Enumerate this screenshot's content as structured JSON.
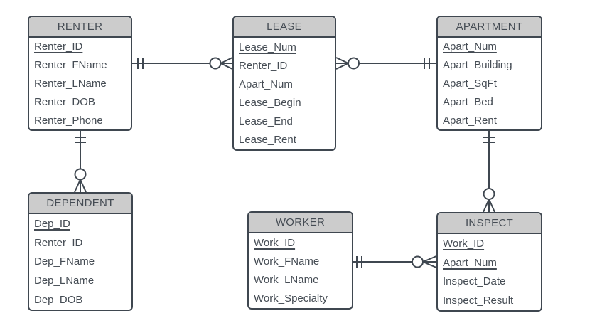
{
  "diagram": {
    "type": "entity-relationship-diagram",
    "notation": "crows-foot",
    "colors": {
      "background": "#ffffff",
      "stroke": "#3f4750",
      "header_fill": "#cccccc",
      "body_fill": "#ffffff",
      "text": "#454c54"
    }
  },
  "entities": [
    {
      "title": "RENTER",
      "fields": [
        {
          "name": "Renter_ID",
          "pk": true
        },
        {
          "name": "Renter_FName",
          "pk": false
        },
        {
          "name": "Renter_LName",
          "pk": false
        },
        {
          "name": "Renter_DOB",
          "pk": false
        },
        {
          "name": "Renter_Phone",
          "pk": false
        }
      ]
    },
    {
      "title": "LEASE",
      "fields": [
        {
          "name": "Lease_Num",
          "pk": true
        },
        {
          "name": "Renter_ID",
          "pk": false
        },
        {
          "name": "Apart_Num",
          "pk": false
        },
        {
          "name": "Lease_Begin",
          "pk": false
        },
        {
          "name": "Lease_End",
          "pk": false
        },
        {
          "name": "Lease_Rent",
          "pk": false
        }
      ]
    },
    {
      "title": "APARTMENT",
      "fields": [
        {
          "name": "Apart_Num",
          "pk": true
        },
        {
          "name": "Apart_Building",
          "pk": false
        },
        {
          "name": "Apart_SqFt",
          "pk": false
        },
        {
          "name": "Apart_Bed",
          "pk": false
        },
        {
          "name": "Apart_Rent",
          "pk": false
        }
      ]
    },
    {
      "title": "DEPENDENT",
      "fields": [
        {
          "name": "Dep_ID",
          "pk": true
        },
        {
          "name": "Renter_ID",
          "pk": false
        },
        {
          "name": "Dep_FName",
          "pk": false
        },
        {
          "name": "Dep_LName",
          "pk": false
        },
        {
          "name": "Dep_DOB",
          "pk": false
        }
      ]
    },
    {
      "title": "WORKER",
      "fields": [
        {
          "name": "Work_ID",
          "pk": true
        },
        {
          "name": "Work_FName",
          "pk": false
        },
        {
          "name": "Work_LName",
          "pk": false
        },
        {
          "name": "Work_Specialty",
          "pk": false
        }
      ]
    },
    {
      "title": "INSPECT",
      "fields": [
        {
          "name": "Work_ID",
          "pk": true
        },
        {
          "name": "Apart_Num",
          "pk": true
        },
        {
          "name": "Inspect_Date",
          "pk": false
        },
        {
          "name": "Inspect_Result",
          "pk": false
        }
      ]
    }
  ],
  "relationships": [
    {
      "from": "RENTER",
      "to": "LEASE",
      "from_cardinality": "one and only one",
      "to_cardinality": "zero or many"
    },
    {
      "from": "LEASE",
      "to": "APARTMENT",
      "from_cardinality": "zero or many",
      "to_cardinality": "one and only one"
    },
    {
      "from": "RENTER",
      "to": "DEPENDENT",
      "from_cardinality": "one and only one",
      "to_cardinality": "zero or many"
    },
    {
      "from": "APARTMENT",
      "to": "INSPECT",
      "from_cardinality": "one and only one",
      "to_cardinality": "zero or many"
    },
    {
      "from": "WORKER",
      "to": "INSPECT",
      "from_cardinality": "one and only one",
      "to_cardinality": "zero or many"
    }
  ]
}
